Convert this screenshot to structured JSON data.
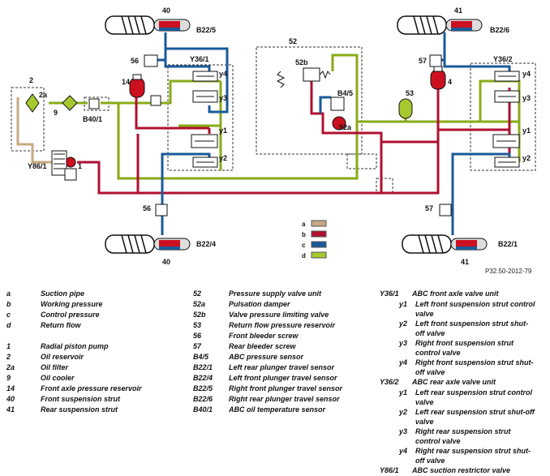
{
  "colors": {
    "suction": "#c8a882",
    "working": "#b01030",
    "control": "#1a5a9a",
    "return": "#8aaa18",
    "accumulator": "#cc1020",
    "reservoir_green": "#a8c830",
    "component": "#111111"
  },
  "diagram_labels": {
    "c40_top": "40",
    "b22_5": "B22/5",
    "c41_top": "41",
    "b22_6": "B22/6",
    "c56_top": "56",
    "y36_1": "Y36/1",
    "c14": "14",
    "y4_l": "y4",
    "y3_l": "y3",
    "y1_l": "y1",
    "y2_l": "y2",
    "c52": "52",
    "c52b": "52b",
    "b4_5": "B4/5",
    "c52a": "52a",
    "c57_top": "57",
    "y36_2": "Y36/2",
    "c4": "4",
    "y4_r": "y4",
    "y3_r": "y3",
    "y1_r": "y1",
    "y2_r": "y2",
    "c53": "53",
    "c2": "2",
    "c2a": "2a",
    "c9": "9",
    "b40_1": "B40/1",
    "y86_1": "Y86/1",
    "c1": "1",
    "c56_bot": "56",
    "c57_bot": "57",
    "b22_4": "B22/4",
    "c40_bot": "40",
    "b22_1": "B22/1",
    "c41_bot": "41",
    "legend_a": "a",
    "legend_b": "b",
    "legend_c": "c",
    "legend_d": "d",
    "ref_code": "P32.50-2012-79"
  },
  "legend": {
    "col1": [
      {
        "code": "a",
        "desc": "Suction pipe"
      },
      {
        "code": "b",
        "desc": "Working pressure"
      },
      {
        "code": "c",
        "desc": "Control pressure"
      },
      {
        "code": "d",
        "desc": "Return flow"
      },
      {
        "code": "1",
        "desc": "Radial piston pump"
      },
      {
        "code": "2",
        "desc": "Oil reservoir"
      },
      {
        "code": "2a",
        "desc": "Oil filter"
      },
      {
        "code": "9",
        "desc": "Oil cooler"
      },
      {
        "code": "14",
        "desc": "Front axle pressure reservoir"
      },
      {
        "code": "40",
        "desc": "Front suspension strut"
      },
      {
        "code": "41",
        "desc": "Rear suspension strut"
      }
    ],
    "col2": [
      {
        "code": "52",
        "desc": "Pressure supply valve unit"
      },
      {
        "code": "52a",
        "desc": "Pulsation damper"
      },
      {
        "code": "52b",
        "desc": "Valve pressure limiting valve"
      },
      {
        "code": "53",
        "desc": "Return flow pressure reservoir"
      },
      {
        "code": "56",
        "desc": "Front bleeder screw"
      },
      {
        "code": "57",
        "desc": "Rear bleeder screw"
      },
      {
        "code": "B4/5",
        "desc": "ABC pressure sensor"
      },
      {
        "code": "B22/1",
        "desc": "Left rear plunger travel sensor"
      },
      {
        "code": "B22/4",
        "desc": "Left front plunger travel sensor"
      },
      {
        "code": "B22/5",
        "desc": "Right front plunger travel sensor"
      },
      {
        "code": "B22/6",
        "desc": "Right rear plunger travel sensor"
      },
      {
        "code": "B40/1",
        "desc": "ABC oil temperature sensor"
      }
    ],
    "col3": [
      {
        "code": "Y36/1",
        "desc": "ABC front axle valve unit"
      },
      {
        "code": "y1",
        "desc": "Left front suspension strut control valve"
      },
      {
        "code": "y2",
        "desc": "Left front suspension strut shut-off valve"
      },
      {
        "code": "y3",
        "desc": "Right front suspension strut control valve"
      },
      {
        "code": "y4",
        "desc": "Right front suspension strut shut-off valve"
      },
      {
        "code": "Y36/2",
        "desc": "ABC rear axle valve unit"
      },
      {
        "code": "y1",
        "desc": "Left rear suspension strut control valve"
      },
      {
        "code": "y2",
        "desc": "Left rear suspension strut shut-off valve"
      },
      {
        "code": "y3",
        "desc": "Right rear suspension strut control valve"
      },
      {
        "code": "y4",
        "desc": "Right rear suspension strut shut-off valve"
      },
      {
        "code": "Y86/1",
        "desc": "ABC suction restrictor valve"
      }
    ]
  }
}
